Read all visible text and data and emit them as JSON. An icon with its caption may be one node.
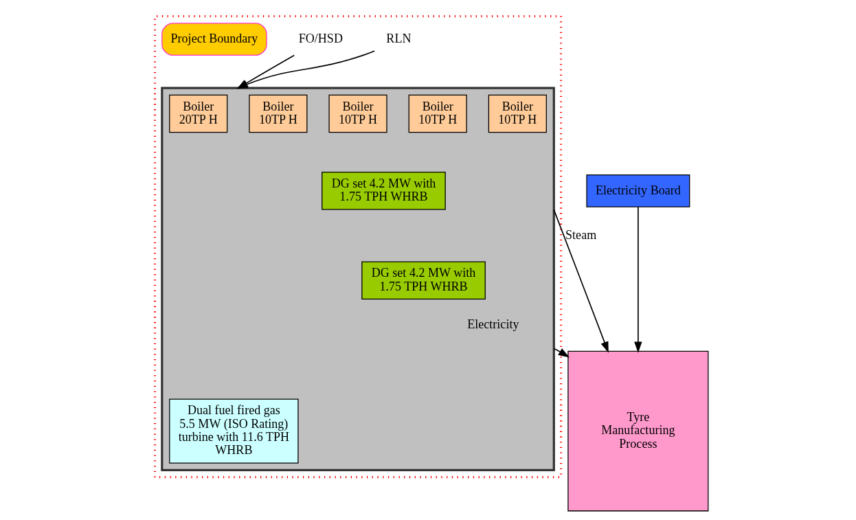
{
  "diagram": {
    "nodes": [
      {
        "text": [],
        "shape": "box"
      },
      {
        "text": [
          "RLN"
        ],
        "in": 0
      },
      {
        "text": [
          "FO/HSD"
        ],
        "in": 0
      },
      {
        "text": [],
        "shape": "box",
        "in": 0
      },
      {
        "text": [
          "Boiler 20TP H"
        ],
        "in": 3
      },
      {
        "text": [
          "Boiler 10TP H"
        ],
        "in": 3
      },
      {
        "text": [
          "Boiler 10TP H"
        ],
        "in": 3
      },
      {
        "text": [
          "Boiler 10TP H"
        ],
        "in": 3
      },
      {
        "text": [
          "Boiler 10TP H"
        ],
        "in": 3
      },
      {
        "text": [
          "Dual fuel fired gas 5.5 MW (ISO Rating) turbine with 11.6 TPH WHRB"
        ],
        "in": 3
      },
      {
        "text": [
          "DG set 4.2 MW with 1.75 TPH WHRB"
        ],
        "in": 3
      },
      {
        "text": [
          "DG set 4.2 MW with 1.75 TPH WHRB"
        ],
        "in": 3
      },
      {
        "text": [
          "Project Boundary"
        ],
        "in": 0
      },
      {
        "text": [
          "Tyre Manufacturing Process"
        ]
      },
      {
        "text": [
          "Electricity Board"
        ]
      }
    ],
    "edges": [
      {
        "from": 1,
        "to": 3,
        "arrow": "to"
      },
      {
        "from": 2,
        "to": 3,
        "arrow": "to"
      },
      {
        "from": 3,
        "to": 13,
        "arrow": "to",
        "label": "Steam"
      },
      {
        "from": 3,
        "to": 13,
        "arrow": "to",
        "label": "Electricity"
      },
      {
        "from": 14,
        "to": 13,
        "arrow": "to"
      }
    ]
  }
}
